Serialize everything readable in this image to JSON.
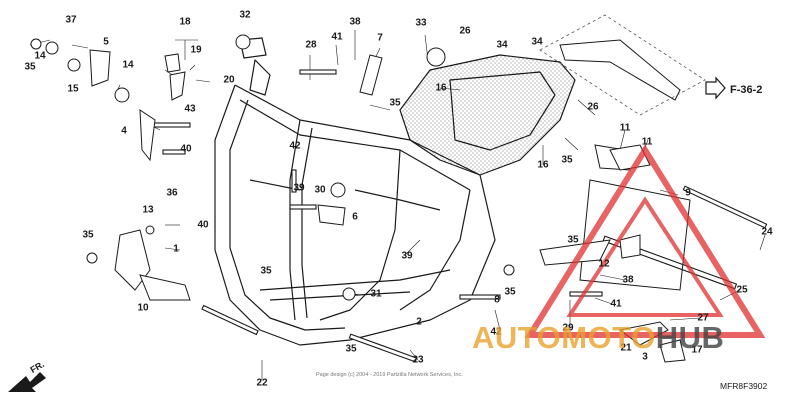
{
  "diagram": {
    "reference_label": "F-36-2",
    "diagram_code": "MFR8F3902",
    "copyright": "Page design (c) 2004 - 2019 Partzilla Network Services, Inc.",
    "front_label": "FR.",
    "watermark": {
      "part1": "AUTOMO",
      "part2": "TO",
      "part3": "HUB",
      "accent_color": "#e8a028"
    },
    "callouts": [
      "1",
      "2",
      "3",
      "4",
      "5",
      "6",
      "7",
      "8",
      "9",
      "10",
      "11",
      "11",
      "12",
      "13",
      "14",
      "14",
      "15",
      "16",
      "16",
      "17",
      "18",
      "19",
      "20",
      "21",
      "22",
      "23",
      "24",
      "25",
      "26",
      "26",
      "27",
      "28",
      "29",
      "30",
      "31",
      "32",
      "33",
      "34",
      "34",
      "35",
      "35",
      "35",
      "35",
      "35",
      "35",
      "35",
      "35",
      "36",
      "37",
      "38",
      "38",
      "39",
      "39",
      "40",
      "40",
      "41",
      "41",
      "42",
      "42",
      "43"
    ],
    "colors": {
      "line": "#1a1a1a",
      "hatch": "#888888",
      "warning": "#e03030"
    }
  }
}
